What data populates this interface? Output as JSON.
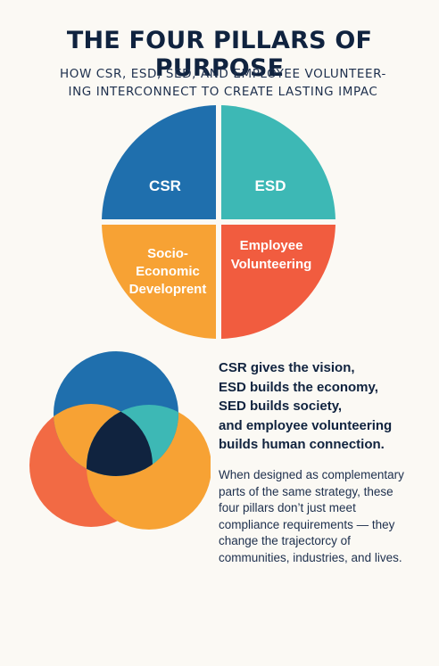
{
  "title": "THE FOUR PILLARS OF PURPOSE",
  "subtitle": {
    "line1": "HOW CSR, ESD, SED, AND EMPLOYEE VOLUNTEER-",
    "line2": "ING INTERCONNECT TO CREATE LASTING IMPAC"
  },
  "pillars": [
    {
      "label_lines": [
        "CSR"
      ],
      "color": "#1f6fad"
    },
    {
      "label_lines": [
        "ESD"
      ],
      "color": "#3db8b5"
    },
    {
      "label_lines": [
        "Socio-",
        "Economic",
        "Developrent"
      ],
      "color": "#f7a234"
    },
    {
      "label_lines": [
        "Employee",
        "Volunteering"
      ],
      "color": "#f15c3f"
    }
  ],
  "venn_colors": {
    "top": "#1f6fad",
    "left": "#f26a44",
    "right": "#f7a234",
    "right_blend": "#3db8b5",
    "left_blend": "#f7a234",
    "center": "#10233f"
  },
  "headline": [
    "CSR gives the vision,",
    "ESD builds the economy,",
    "SED builds society,",
    "and employee volunteering",
    "builds human connection."
  ],
  "body": [
    "When designed as complementary",
    "parts of the same strategy, these",
    "four pillars don’t just meet",
    "compliance requirements — they",
    "change the trajectorcy of",
    "communities, industries, and lives."
  ]
}
